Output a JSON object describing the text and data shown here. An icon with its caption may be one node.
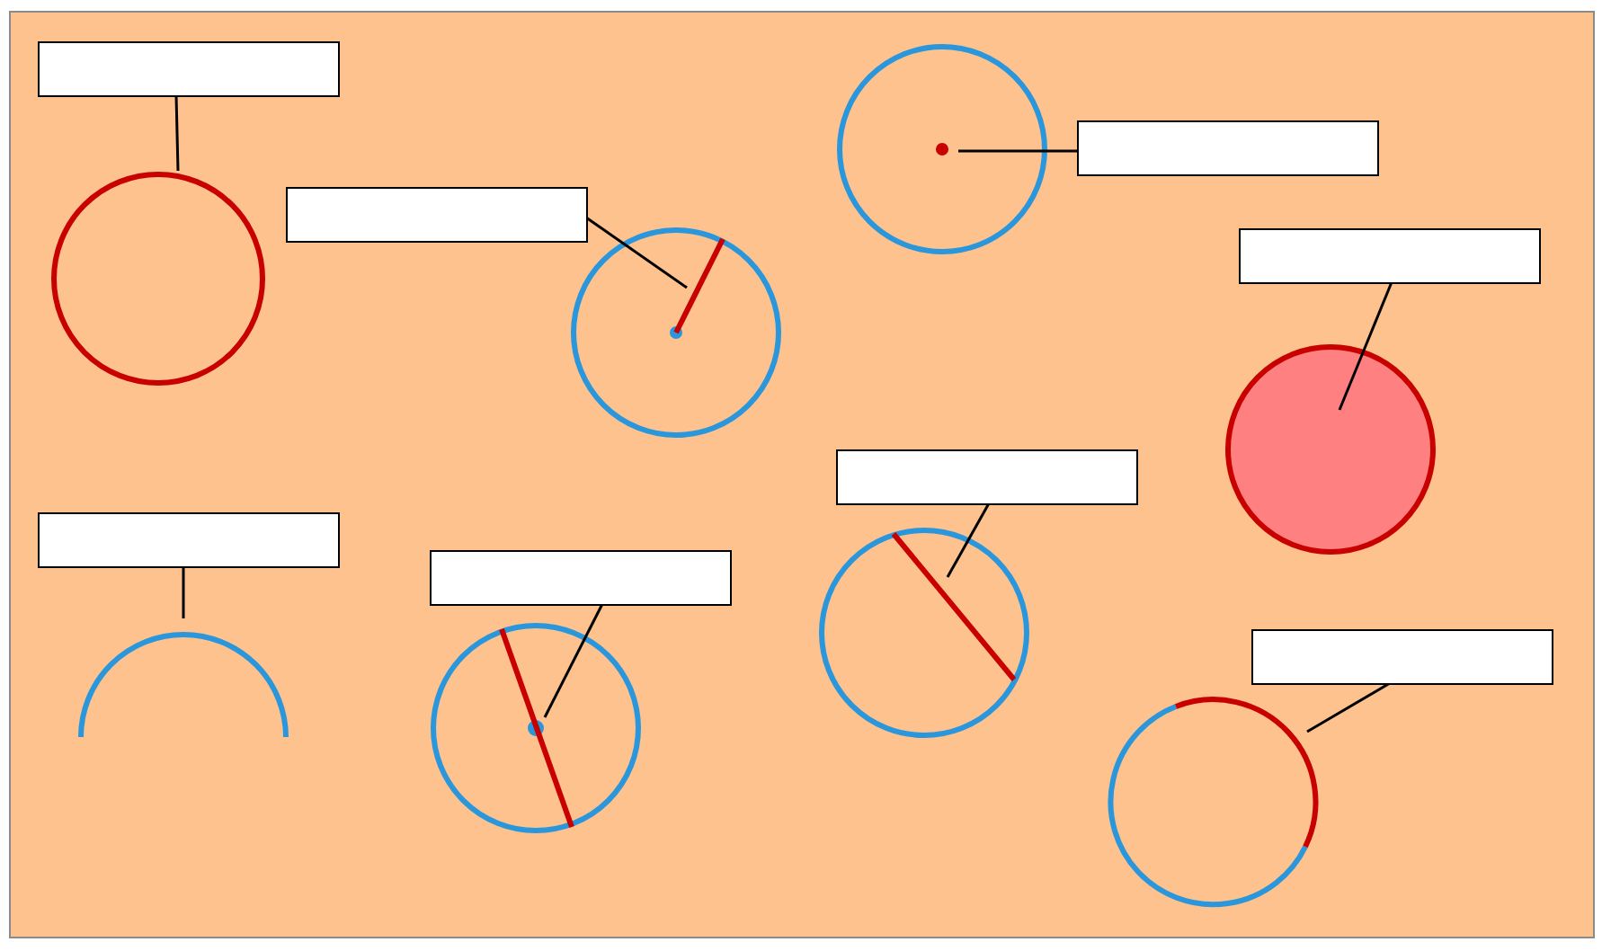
{
  "diagram": {
    "nodes": [
      {
        "text": [],
        "shape": "box"
      },
      {
        "text": [],
        "shape": "box"
      },
      {
        "text": [],
        "shape": "box"
      },
      {
        "text": [],
        "shape": "box"
      },
      {
        "text": [],
        "shape": "box"
      },
      {
        "text": [],
        "shape": "box"
      },
      {
        "text": [],
        "shape": "box"
      },
      {
        "text": [],
        "shape": "box"
      },
      {
        "text": [],
        "shape": "circle"
      },
      {
        "text": [],
        "shape": "line"
      },
      {
        "text": [],
        "shape": "dot"
      },
      {
        "text": [],
        "shape": "circle"
      },
      {
        "text": [],
        "shape": "arc"
      },
      {
        "text": [],
        "shape": "line"
      },
      {
        "text": [],
        "shape": "line"
      },
      {
        "text": [],
        "shape": "arc"
      }
    ],
    "edges": [
      {
        "from": 0,
        "to": 8,
        "arrow": "none"
      },
      {
        "from": 1,
        "to": 9,
        "arrow": "none"
      },
      {
        "from": 2,
        "to": 10,
        "arrow": "none"
      },
      {
        "from": 3,
        "to": 11,
        "arrow": "none"
      },
      {
        "from": 4,
        "to": 12,
        "arrow": "none"
      },
      {
        "from": 5,
        "to": 13,
        "arrow": "none"
      },
      {
        "from": 6,
        "to": 14,
        "arrow": "none"
      },
      {
        "from": 7,
        "to": 15,
        "arrow": "none"
      }
    ]
  }
}
